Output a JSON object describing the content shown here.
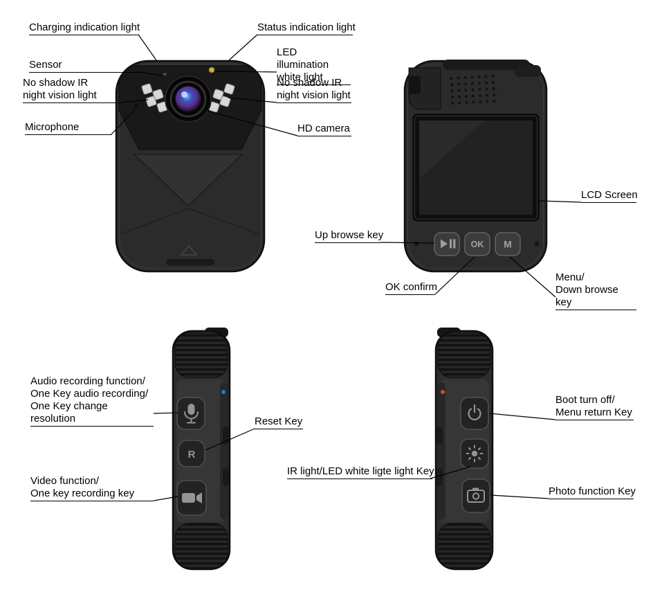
{
  "front_view": {
    "labels": {
      "charging": "Charging indication light",
      "status": "Status indication light",
      "sensor": "Sensor",
      "led_white": "LED illumination\nwhite light",
      "ir_left": "No shadow IR\nnight vision light",
      "ir_right": "No shadow IR\nnight vision light",
      "microphone": "Microphone",
      "hd_camera": "HD camera"
    },
    "icons": [
      "hd-camera-lens",
      "ir-led-array",
      "sensor-dot",
      "status-led",
      "microphone-hole"
    ]
  },
  "back_view": {
    "labels": {
      "lcd": "LCD Screen",
      "up_browse": "Up browse key",
      "ok_confirm": "OK confirm",
      "menu_down": "Menu/\nDown browse key"
    },
    "buttons": {
      "ok": "OK",
      "menu": "M"
    },
    "icons": [
      "play-pause-icon",
      "speaker-grille",
      "lcd-screen"
    ]
  },
  "left_side_view": {
    "labels": {
      "audio": "Audio recording function/\nOne Key audio recording/\nOne Key change resolution",
      "reset": "Reset Key",
      "video": "Video function/\nOne key recording key"
    },
    "buttons": {
      "reset": "R"
    },
    "icons": [
      "microphone-icon",
      "video-camera-icon"
    ]
  },
  "right_side_view": {
    "labels": {
      "boot": "Boot turn off/\nMenu return Key",
      "ir_led": "IR light/LED white ligte light Key",
      "photo": "Photo function Key"
    },
    "icons": [
      "power-icon",
      "light-icon",
      "camera-icon"
    ]
  },
  "colors": {
    "body": "#2b2b2b",
    "label_text": "#000000",
    "leader_line": "#000000",
    "lens_blue": "#3a55c0",
    "status_led_yellow": "#c9b23f",
    "glint_blue": "#2f6fe0",
    "glint_orange": "#c9541f"
  }
}
